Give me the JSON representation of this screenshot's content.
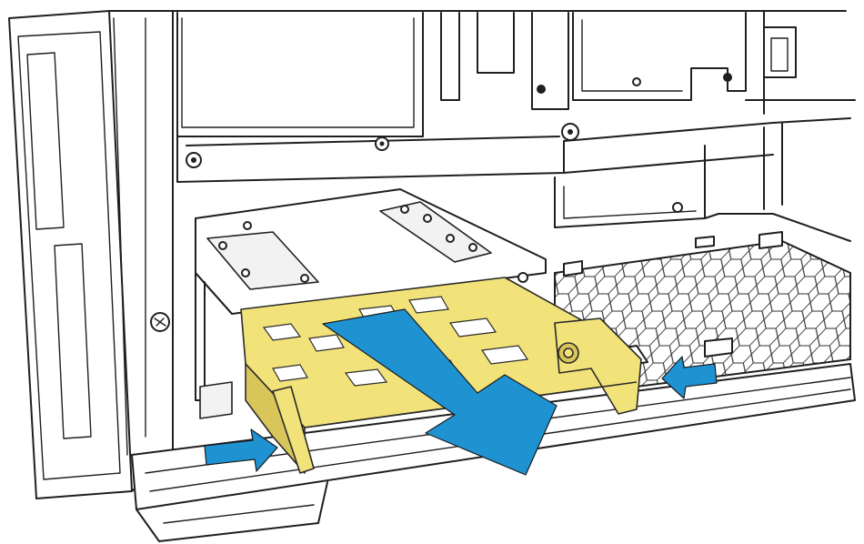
{
  "figure": {
    "colors": {
      "tray": "#f2e27a",
      "tray_shade": "#d9c65a",
      "arrow": "#1f93d2",
      "line": "#1f1f1f",
      "background": "#ffffff"
    },
    "arrows": [
      {
        "direction": "out-diagonal",
        "meaning": "slide-tray-out"
      },
      {
        "direction": "right",
        "meaning": "press-left-latch"
      },
      {
        "direction": "left",
        "meaning": "press-right-latch"
      }
    ]
  }
}
